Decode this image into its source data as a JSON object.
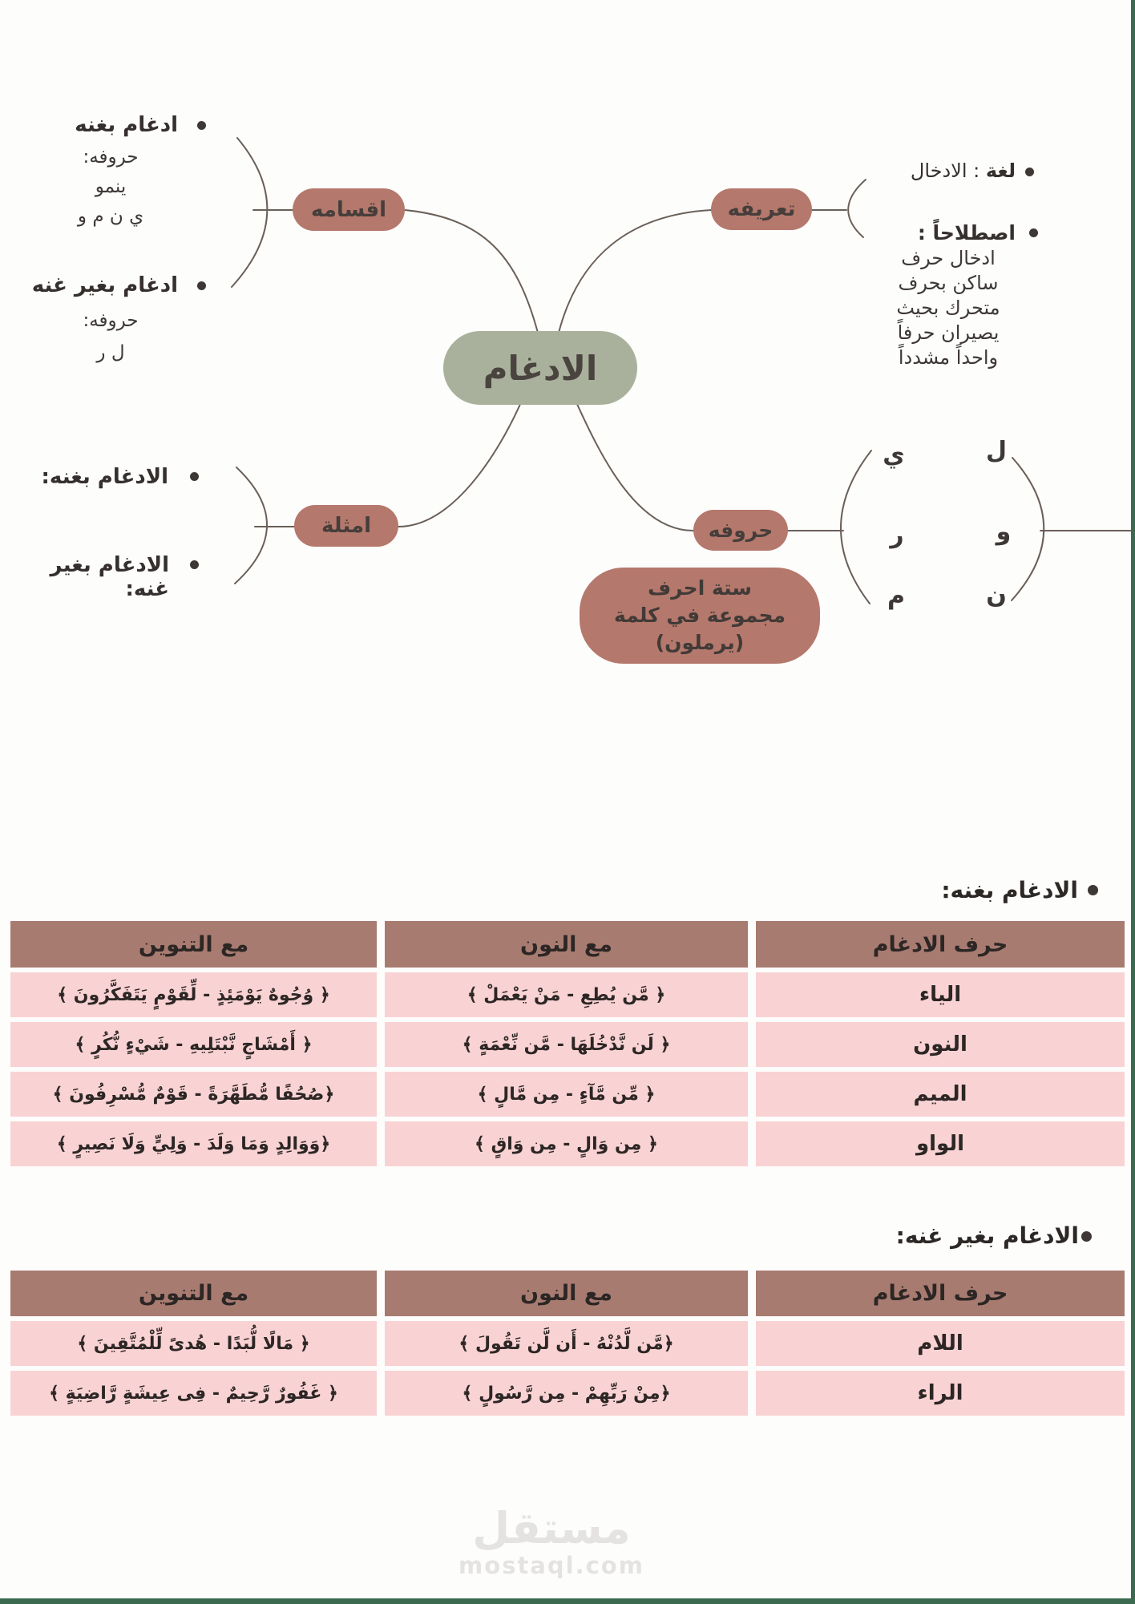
{
  "colors": {
    "node_rose": "#b5786c",
    "node_sage": "#a9b19c",
    "table_header": "#a87b71",
    "row_pink": "#f9d2d4",
    "accent_green": "#3b6a50",
    "connector": "#6a6058"
  },
  "mindmap": {
    "center_label": "الادغام",
    "aqsam": {
      "node": "اقسامه",
      "item1_title": "ادغام بغنه",
      "item1_lines": [
        "حروفه:",
        "ينمو",
        "ي ن م و"
      ],
      "item2_title": "ادغام بغير غنه",
      "item2_lines": [
        "حروفه:",
        "ل ر"
      ]
    },
    "tarif": {
      "node": "تعريفه",
      "item1_bold": "لغة",
      "item1_rest": " : الادخال",
      "item2_bold": "اصطلاحاً :",
      "def_lines": [
        "ادخال حرف",
        "ساكن بحرف",
        "متحرك بحيث",
        "يصيران حرفاً",
        "واحداً مشدداً"
      ]
    },
    "amthila": {
      "node": "امثلة",
      "item1": "الادغام بغنه:",
      "item2": "الادغام بغير غنه:"
    },
    "huruf": {
      "node": "حروفه",
      "note_lines": [
        "ستة احرف",
        "مجموعة في كلمة",
        "(يرملون)"
      ],
      "letters_left": [
        "ي",
        "ر",
        "م"
      ],
      "letters_right": [
        "ل",
        "و",
        "ن"
      ]
    }
  },
  "section1": {
    "title": "الادغام بغنه:",
    "table": {
      "headers": [
        "حرف الادغام",
        "مع النون",
        "مع التنوين"
      ],
      "rows": [
        {
          "harf": "الياء",
          "noon": "﴿ مَّن يُطِعِ - مَنْ يَعْمَلْ ﴾",
          "tanween": "﴿ وُجُوهٌ يَوْمَئِذٍ  - لِّقَوْمٍ يَتَفَكَّرُونَ ﴾"
        },
        {
          "harf": "النون",
          "noon": "﴿ لَن نَّدْخُلَهَا - مَّن نِّعْمَةٍ ﴾",
          "tanween": "﴿ أَمْشَاجٍ نَّبْتَلِيهِ - شَيْءٍ نُّكُرٍ ﴾"
        },
        {
          "harf": "الميم",
          "noon": "﴿ مِّن مَّآءٍ - مِن مَّالٍ ﴾",
          "tanween": "﴿صُحُفًا مُّطَهَّرَةً -  قَوْمٌ مُّسْرِفُونَ ﴾"
        },
        {
          "harf": "الواو",
          "noon": "﴿ مِن وَالٍ - مِن وَاقٍ ﴾",
          "tanween": "﴿وَوَالِدٍ وَمَا وَلَدَ - وَلِيٍّ وَلَا نَصِيرٍ ﴾"
        }
      ]
    }
  },
  "section2": {
    "title": "الادغام بغير غنه:",
    "table": {
      "headers": [
        "حرف الادغام",
        "مع النون",
        "مع التنوين"
      ],
      "rows": [
        {
          "harf": "اللام",
          "noon": "﴿مَّن لَّدُنْهُ -  أَن لَّن تَقُولَ ﴾",
          "tanween": "﴿ مَالًا لُّبَدًا -  هُدىً لِّلْمُتَّقِينَ ﴾"
        },
        {
          "harf": "الراء",
          "noon": "﴿مِنْ رَبِّهِمْ - مِن رَّسُولٍ ﴾",
          "tanween": "﴿ غَفُورٌ رَّحِيمٌ - فِى عِيشَةٍ رَّاضِيَةٍ ﴾"
        }
      ]
    }
  },
  "watermark": {
    "logo": "مستقل",
    "domain": "mostaql.com"
  }
}
